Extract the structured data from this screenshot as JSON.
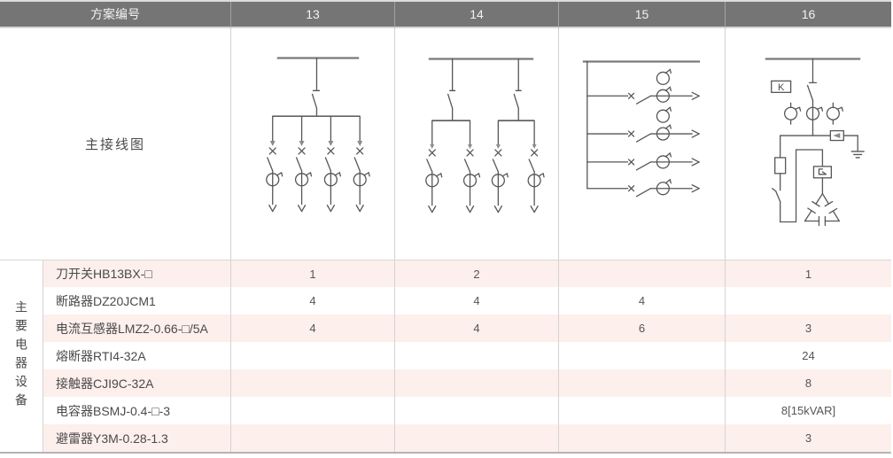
{
  "header": {
    "scheme_col_label": "方案编号",
    "schemes": [
      "13",
      "14",
      "15",
      "16"
    ]
  },
  "diagram_section": {
    "label": "主接线图",
    "scheme16_box_label": "K"
  },
  "equipment_section": {
    "group_label": "主要电器设备",
    "rows": [
      {
        "name": "刀开关HB13BX-□",
        "values": [
          "1",
          "2",
          "",
          "1"
        ]
      },
      {
        "name": "断路器DZ20JCM1",
        "values": [
          "4",
          "4",
          "4",
          ""
        ]
      },
      {
        "name": "电流互感器LMZ2-0.66-□/5A",
        "values": [
          "4",
          "4",
          "6",
          "3"
        ]
      },
      {
        "name": "熔断器RTI4-32A",
        "values": [
          "",
          "",
          "",
          "24"
        ]
      },
      {
        "name": "接触器CJI9C-32A",
        "values": [
          "",
          "",
          "",
          "8"
        ]
      },
      {
        "name": "电容器BSMJ-0.4-□-3",
        "values": [
          "",
          "",
          "",
          "8[15kVAR]"
        ]
      },
      {
        "name": "避雷器Y3M-0.28-1.3",
        "values": [
          "",
          "",
          "",
          "3"
        ]
      }
    ]
  },
  "colors": {
    "header_bg": "#757575",
    "header_text": "#f2f2f2",
    "row_stripe": "#fcefec",
    "border": "#d4d4d4",
    "diagram_line": "#565656"
  }
}
